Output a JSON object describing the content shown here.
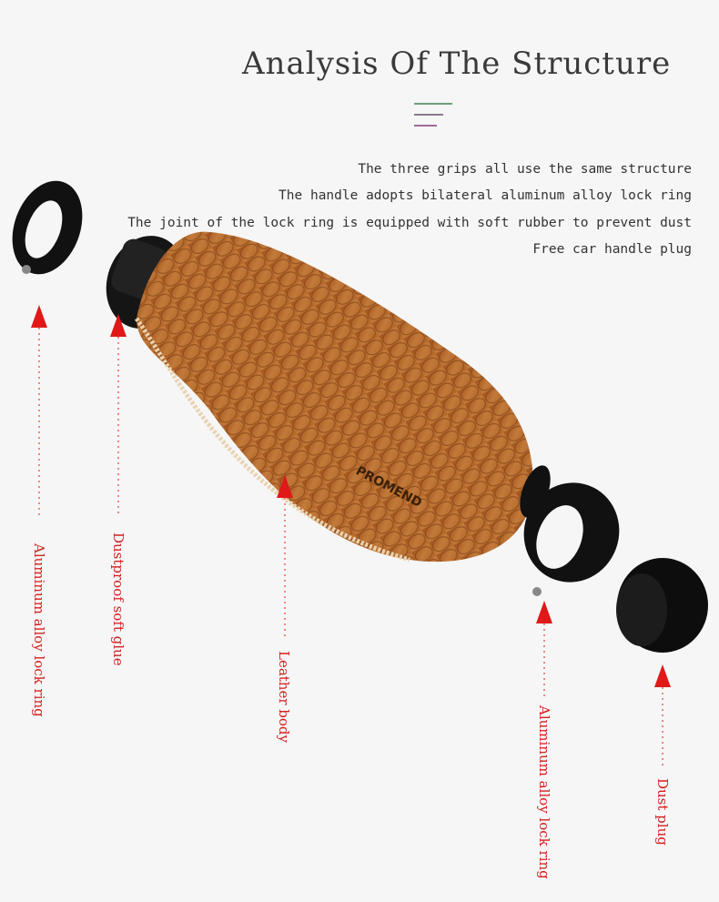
{
  "title": "Analysis Of The Structure",
  "description_lines": [
    "The three grips all use the same structure",
    "The handle adopts bilateral aluminum alloy lock ring",
    "The joint of the lock ring is equipped with soft rubber to prevent dust",
    "Free car handle plug"
  ],
  "parts": [
    {
      "label": "Aluminum alloy lock ring"
    },
    {
      "label": "Dustproof soft glue"
    },
    {
      "label": "Leather body"
    },
    {
      "label": "Aluminum alloy lock ring"
    },
    {
      "label": "Dust plug"
    }
  ],
  "brand": "PROMEND",
  "colors": {
    "label": "#d42020",
    "leather": "#b5672a",
    "deco_green": "#6aa17a",
    "deco_purple": "#a06a9a"
  }
}
